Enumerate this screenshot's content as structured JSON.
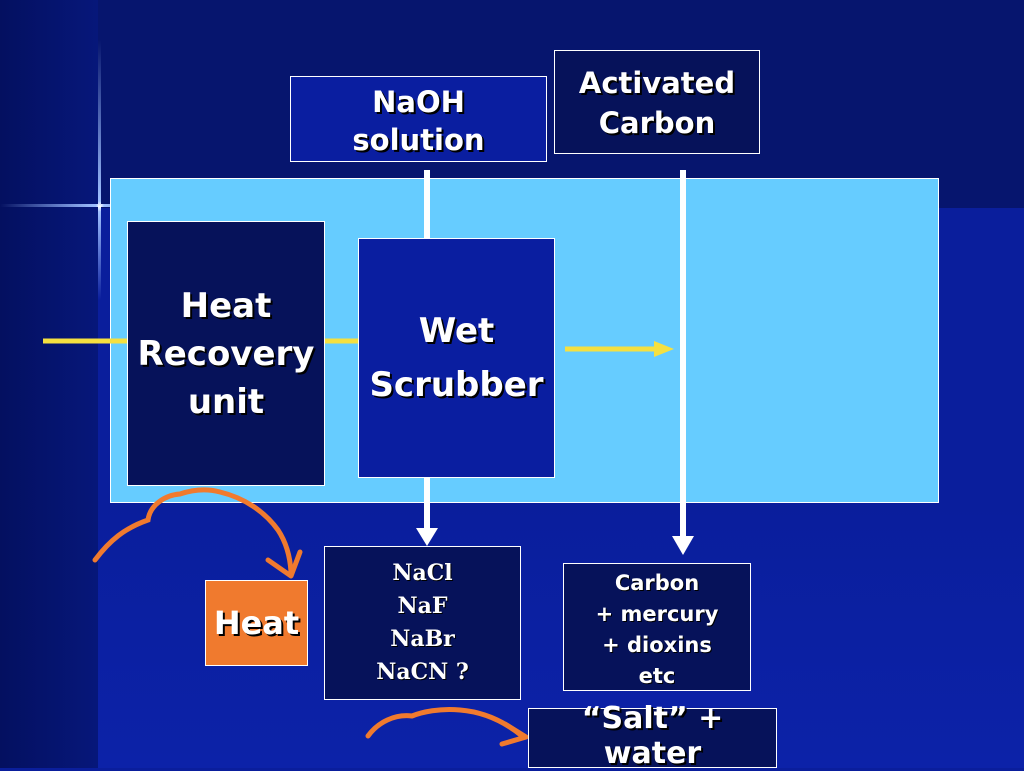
{
  "diagram": {
    "naoh": [
      "NaOH",
      "solution"
    ],
    "activated_carbon": [
      "Activated",
      "Carbon"
    ],
    "heat_recovery": [
      "Heat",
      "Recovery",
      "unit"
    ],
    "wet_scrubber": [
      "Wet",
      "Scrubber"
    ],
    "salts": [
      "NaCl",
      "NaF",
      "NaBr",
      "NaCN ?"
    ],
    "carbon_output": [
      "Carbon",
      "+ mercury",
      "+ dioxins",
      "etc"
    ],
    "heat": "Heat",
    "salt_water": "“Salt” + water"
  },
  "colors": {
    "background": "#0a1e9c",
    "panel": "#66ccff",
    "gas_arrow": "#f5e040",
    "heat_orange": "#f07a2e",
    "white_arrow": "#ffffff"
  }
}
